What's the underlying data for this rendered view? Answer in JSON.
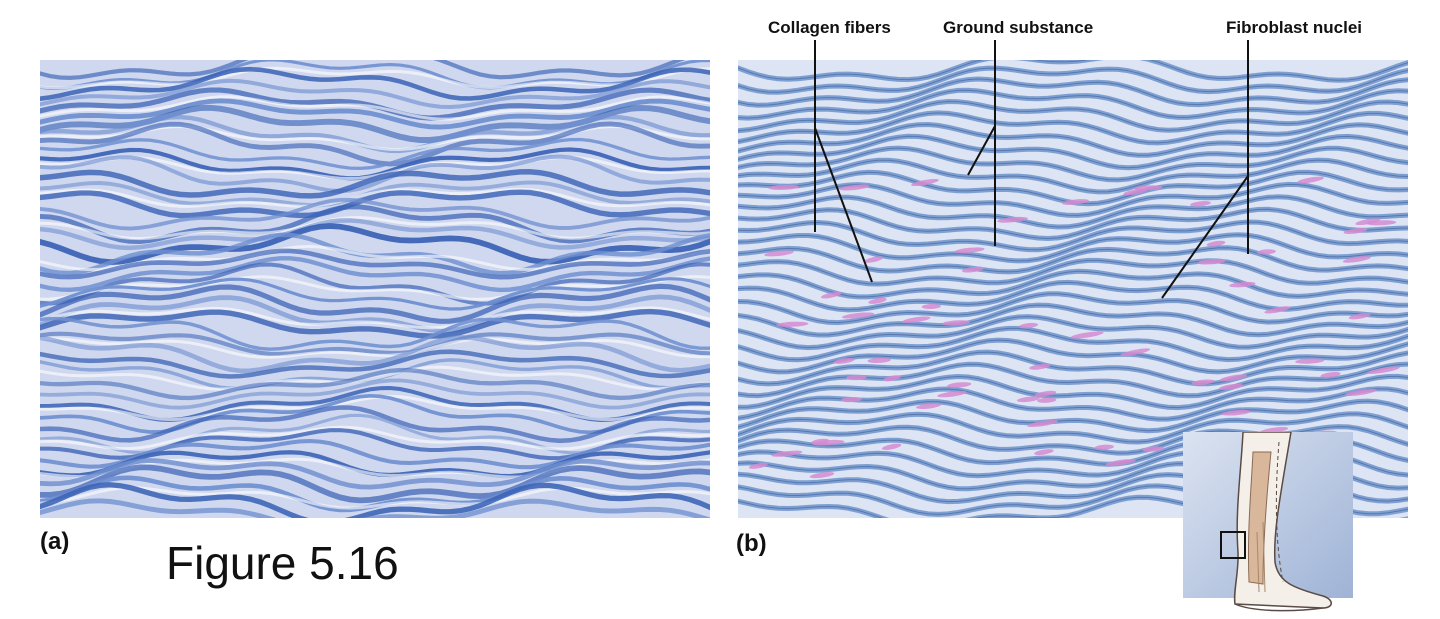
{
  "panel_a": {
    "label": "(a)"
  },
  "panel_b": {
    "label": "(b)"
  },
  "caption": "Figure 5.16",
  "callouts": {
    "collagen": "Collagen fibers",
    "ground": "Ground substance",
    "fibroblast": "Fibroblast nuclei"
  },
  "colors": {
    "stain_base": "#c9d4ec",
    "fiber_dark": "#3b63b6",
    "fiber_mid": "#6f8fd0",
    "drawing_fiber": "#7d9fd2",
    "nuclei": "#d58bd0",
    "inset_bg": "#b7c6e0"
  }
}
